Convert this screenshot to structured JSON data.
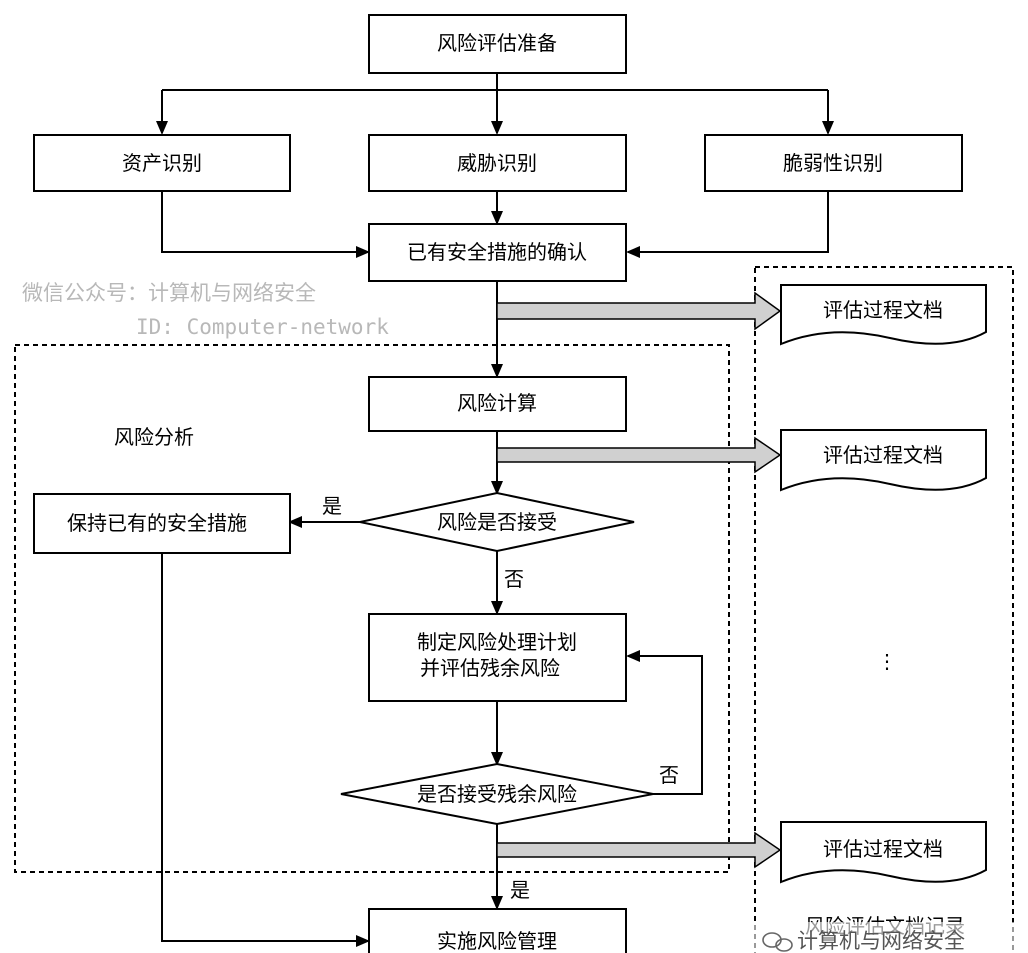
{
  "nodes": {
    "prep": "风险评估准备",
    "asset": "资产识别",
    "threat": "威胁识别",
    "vuln": "脆弱性识别",
    "confirm": "已有安全措施的确认",
    "calc": "风险计算",
    "accept": "风险是否接受",
    "keep": "保持已有的安全措施",
    "plan_line1": "制定风险处理计划",
    "plan_line2": "并评估残余风险",
    "residual": "是否接受残余风险",
    "implement": "实施风险管理"
  },
  "documents": {
    "doc1": "评估过程文档",
    "doc2": "评估过程文档",
    "doc3": "评估过程文档",
    "ellipsis": "⋮"
  },
  "regions": {
    "analysis": "风险分析",
    "records": "风险评估文档记录"
  },
  "edge_labels": {
    "yes1": "是",
    "no1": "否",
    "no2": "否",
    "yes2": "是"
  },
  "watermark": {
    "line1": "微信公众号：计算机与网络安全",
    "line2": "ID: Computer-network",
    "footer": "计算机与网络安全"
  }
}
